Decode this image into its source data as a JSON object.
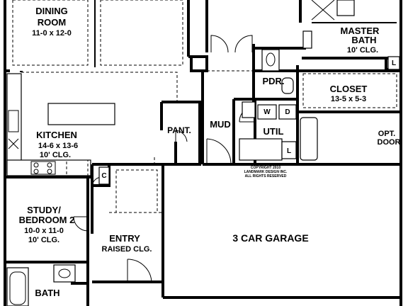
{
  "rooms": {
    "dining": {
      "name_line1": "DINING",
      "name_line2": "ROOM",
      "size": "11-0 x 12-0"
    },
    "master_bath": {
      "name_line1": "MASTER",
      "name_line2": "BATH",
      "ceiling": "10' CLG."
    },
    "pdr": {
      "name": "PDR."
    },
    "closet": {
      "name": "CLOSET",
      "size": "13-5 x 5-3"
    },
    "kitchen": {
      "name": "KITCHEN",
      "size": "14-6 x 13-6",
      "ceiling": "10' CLG."
    },
    "pantry": {
      "name": "PANT."
    },
    "mud": {
      "name": "MUD"
    },
    "util": {
      "name": "UTIL"
    },
    "garage": {
      "name": "3 CAR GARAGE",
      "door_line1": "OPT.",
      "door_line2": "DOOR"
    },
    "study": {
      "name_line1": "STUDY/",
      "name_line2": "BEDROOM 2",
      "size": "10-0 x 11-0",
      "ceiling": "10' CLG."
    },
    "entry": {
      "name": "ENTRY",
      "ceiling": "RAISED CLG."
    },
    "bath": {
      "name": "BATH"
    }
  },
  "fixtures": {
    "washer": "W",
    "dryer": "D",
    "linen_util": "L",
    "linen_master": "L",
    "coat_closet": "C"
  },
  "copyright": {
    "line1": "COPYRIGHT 2010",
    "line2": "LANDMARK DESIGN INC.",
    "line3": "ALL RIGHTS RESERVED"
  }
}
